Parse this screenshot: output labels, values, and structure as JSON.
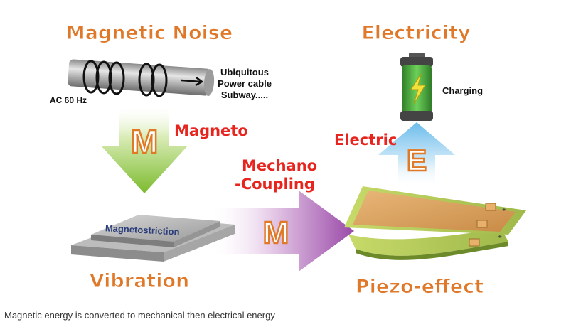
{
  "labels": {
    "magnetic_noise": "Magnetic Noise",
    "electricity": "Electricity",
    "ubiquitous": "Ubiquitous",
    "power_cable": "Power cable",
    "subway": "Subway.....",
    "ac_60hz": "AC 60 Hz",
    "charging": "Charging",
    "magneto": "Magneto",
    "electric": "Electric",
    "mechano": "Mechano",
    "coupling": "-Coupling",
    "m_letter": "M",
    "e_letter": "E",
    "magnetostriction": "Magnetostriction",
    "vibration": "Vibration",
    "piezo_effect": "Piezo-effect"
  },
  "caption": "Magnetic energy is converted to mechanical then electrical energy",
  "colors": {
    "title_orange": "#e0782a",
    "label_red": "#e8241e",
    "arrow_green": "#8bc34a",
    "arrow_purple": "#a560b0",
    "arrow_blue": "#7ec8f2",
    "battery_green": "#4cae3c",
    "piezo_gold": "#d9a15a"
  }
}
